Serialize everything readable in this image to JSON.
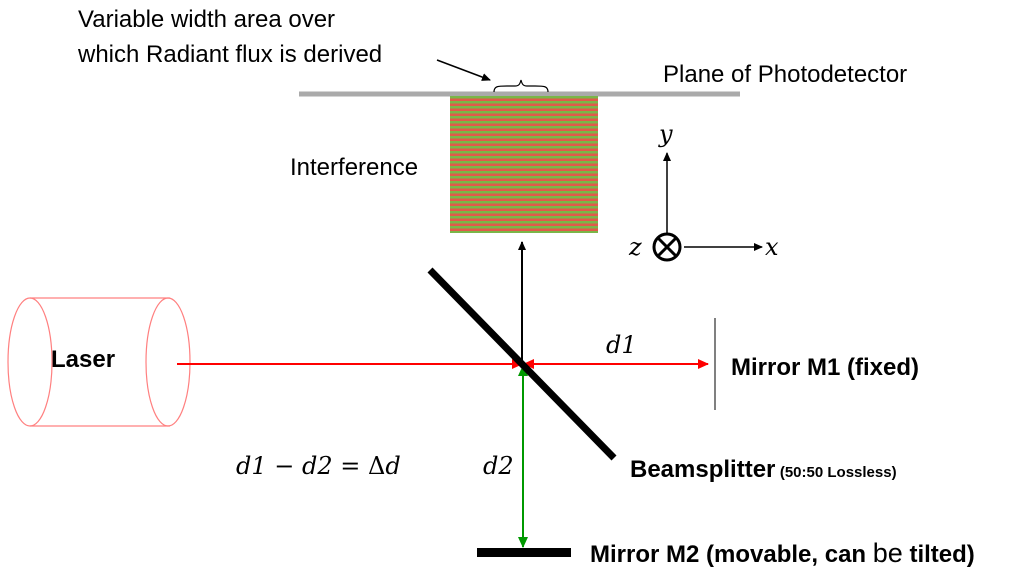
{
  "annotation": {
    "line1": "Variable width area over",
    "line2": "which Radiant flux is derived"
  },
  "plane_label": "Plane of Photodetector",
  "interference_label": "Interference",
  "axes": {
    "x": "x",
    "y": "y",
    "z": "z"
  },
  "laser_label": "Laser",
  "mirror_m1": "Mirror M1 (fixed)",
  "mirror_m2_prefix": "Mirror M2 (movable, can ",
  "mirror_m2_be": "be",
  "mirror_m2_suffix": " tilted)",
  "beamsplitter": {
    "name": "Beamsplitter",
    "spec": "(50:50 Lossless)"
  },
  "distances": {
    "d1": "d1",
    "d2": "d2"
  },
  "equation": {
    "lhs1": "d1",
    "minus": " − ",
    "lhs2": "d2",
    "eq": " = ",
    "delta": "Δ",
    "var": "d"
  },
  "colors": {
    "beam_red": "#ff0000",
    "beam_green": "#009900",
    "fringe_green": "#7ab648",
    "fringe_red": "#e05a4a",
    "laser_outline": "#ff8080",
    "plane_gray": "#aaaaaa"
  }
}
